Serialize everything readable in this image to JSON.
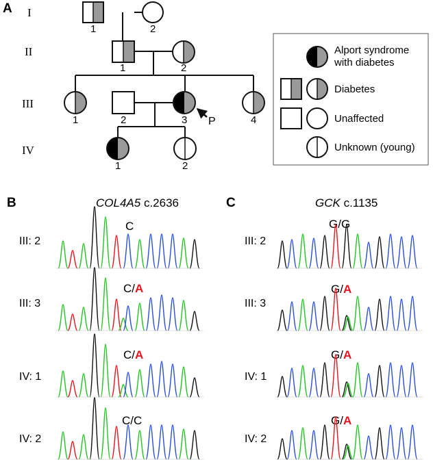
{
  "panels": {
    "a": "A",
    "b": "B",
    "c": "C"
  },
  "pedigree": {
    "generations": [
      "I",
      "II",
      "III",
      "IV"
    ],
    "individuals": {
      "I1": "1",
      "I2": "2",
      "II1": "1",
      "II2": "2",
      "III1": "1",
      "III2": "2",
      "III3": "3",
      "III4": "4",
      "IV1": "1",
      "IV2": "2"
    },
    "proband_marker": "P"
  },
  "legend": {
    "alport_line1": "Alport syndrome",
    "alport_line2": "with diabetes",
    "diabetes": "Diabetes",
    "unaffected": "Unaffected",
    "unknown": "Unknown (young)"
  },
  "colors": {
    "affected_diabetes": "#9a9a9a",
    "alport": "#000000",
    "mutant_allele": "#e8141b",
    "trace_A": "#22c422",
    "trace_C": "#2b4fd8",
    "trace_G": "#111111",
    "trace_T": "#e8141b"
  },
  "chromatograms": {
    "col4a5": {
      "gene": "COL4A5",
      "variant": "c.2636",
      "rows": [
        {
          "label": "III: 2",
          "ref": "C",
          "sep": "",
          "alt": ""
        },
        {
          "label": "III: 3",
          "ref": "C",
          "sep": "/",
          "alt": "A"
        },
        {
          "label": "IV: 1",
          "ref": "C",
          "sep": "/",
          "alt": "A"
        },
        {
          "label": "IV: 2",
          "ref": "C/C",
          "sep": "",
          "alt": ""
        }
      ]
    },
    "gck": {
      "gene": "GCK",
      "variant": "c.1135",
      "rows": [
        {
          "label": "III: 2",
          "ref": "G/G",
          "sep": "",
          "alt": ""
        },
        {
          "label": "III: 3",
          "ref": "G",
          "sep": "/",
          "alt": "A"
        },
        {
          "label": "IV: 1",
          "ref": "G",
          "sep": "/",
          "alt": "A"
        },
        {
          "label": "IV: 2",
          "ref": "G",
          "sep": "/",
          "alt": "A"
        }
      ]
    }
  }
}
